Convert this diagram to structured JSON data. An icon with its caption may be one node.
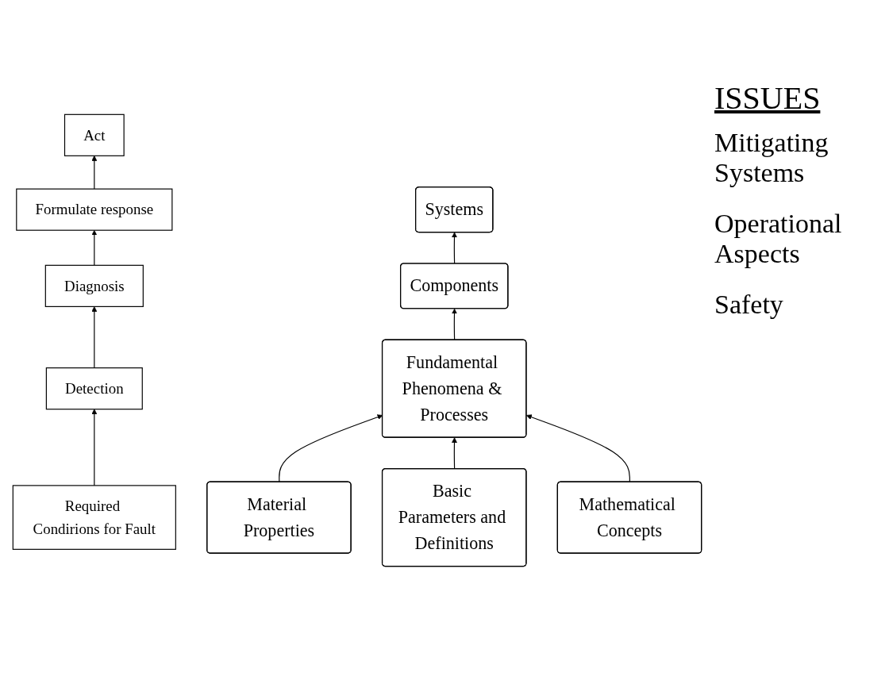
{
  "diagram": {
    "nodes": [
      {
        "text": [
          "Required Condirions for Fault"
        ]
      },
      {
        "text": [
          "Detection"
        ]
      },
      {
        "text": [
          "Diagnosis"
        ]
      },
      {
        "text": [
          "Formulate response"
        ]
      },
      {
        "text": [
          "Act"
        ]
      },
      {
        "text": [
          "Systems"
        ]
      },
      {
        "text": [
          "Components"
        ]
      },
      {
        "text": [
          "Fundamental Phenomena & Processes"
        ]
      },
      {
        "text": [
          "Material Properties"
        ]
      },
      {
        "text": [
          "Basic Parameters and Definitions"
        ]
      },
      {
        "text": [
          "Mathematical Concepts"
        ]
      }
    ],
    "edges": [
      {
        "from": 0,
        "to": 1,
        "arrow": "to"
      },
      {
        "from": 1,
        "to": 2,
        "arrow": "to"
      },
      {
        "from": 2,
        "to": 3,
        "arrow": "to"
      },
      {
        "from": 3,
        "to": 4,
        "arrow": "to"
      },
      {
        "from": 6,
        "to": 5,
        "arrow": "to"
      },
      {
        "from": 7,
        "to": 6,
        "arrow": "to"
      },
      {
        "from": 8,
        "to": 7,
        "arrow": "to"
      },
      {
        "from": 9,
        "to": 7,
        "arrow": "to"
      },
      {
        "from": 10,
        "to": 7,
        "arrow": "to"
      }
    ],
    "labels": [
      "ISSUES",
      "Mitigating Systems",
      "Operational Aspects",
      "Safety"
    ]
  }
}
